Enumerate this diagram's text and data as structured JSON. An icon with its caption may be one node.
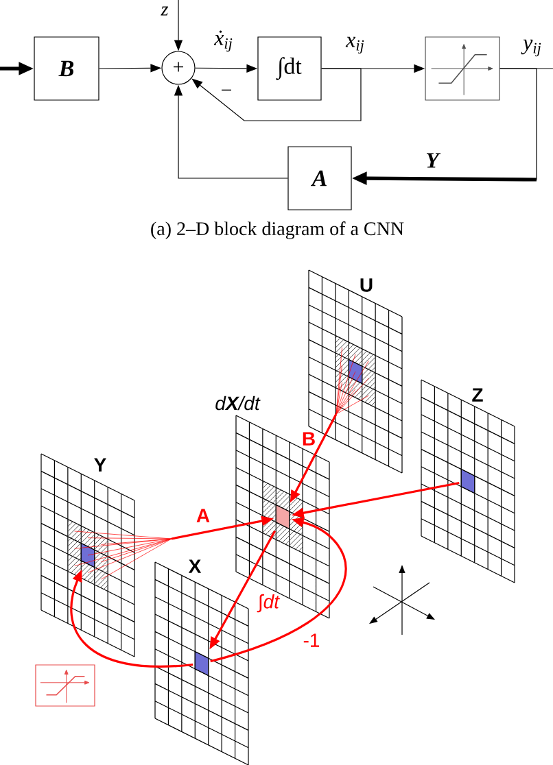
{
  "diagram": {
    "caption": "(a) 2–D block diagram of a CNN",
    "nodes": [
      {
        "text": [
          "B"
        ]
      },
      {
        "text": [
          "+"
        ]
      },
      {
        "text": [
          "∫dt"
        ]
      },
      {
        "text": [],
        "shape": "box"
      },
      {
        "text": [
          "A"
        ]
      },
      {
        "text": [
          "U"
        ]
      },
      {
        "text": [],
        "shape": "box",
        "in": 5
      },
      {
        "text": [],
        "shape": "box",
        "in": 6
      },
      {
        "text": [
          "Z"
        ]
      },
      {
        "text": [],
        "shape": "box",
        "in": 8
      },
      {
        "text": [
          "d**X**/dt"
        ]
      },
      {
        "text": [],
        "shape": "box",
        "in": 10
      },
      {
        "text": [],
        "shape": "box",
        "in": 11
      },
      {
        "text": [
          "Y"
        ]
      },
      {
        "text": [],
        "shape": "box",
        "in": 13
      },
      {
        "text": [],
        "shape": "box",
        "in": 14
      },
      {
        "text": [
          "X"
        ]
      },
      {
        "text": [],
        "shape": "box",
        "in": 16
      },
      {
        "text": [],
        "shape": "box"
      }
    ],
    "edges": [
      {
        "from": null,
        "to": 0,
        "arrow": "to",
        "style": "thick"
      },
      {
        "from": 0,
        "to": 1,
        "arrow": "to"
      },
      {
        "from": null,
        "to": 1,
        "arrow": "to"
      },
      {
        "from": 1,
        "to": 2,
        "arrow": "to",
        "label": "ẋ$_{ij}$"
      },
      {
        "from": 2,
        "to": 3,
        "arrow": "to",
        "label": "x$_{ij}$"
      },
      {
        "from": 3,
        "to": null,
        "arrow": "none",
        "label": "y$_{ij}$"
      },
      {
        "from": 3,
        "to": 4,
        "arrow": "to",
        "label": "Y",
        "style": "thick"
      },
      {
        "from": 2,
        "to": 1,
        "arrow": "to",
        "label": "−"
      },
      {
        "from": 4,
        "to": 1,
        "arrow": "to"
      },
      {
        "from": 14,
        "to": 12,
        "arrow": "to",
        "label": "A",
        "color": "#ff0000"
      },
      {
        "from": 6,
        "to": 12,
        "arrow": "to",
        "label": "B",
        "color": "#ff0000"
      },
      {
        "from": 9,
        "to": 12,
        "arrow": "to",
        "color": "#ff0000"
      },
      {
        "from": 12,
        "to": 17,
        "arrow": "to",
        "label": "∫*dt*",
        "color": "#ff0000"
      },
      {
        "from": 17,
        "to": 12,
        "arrow": "to",
        "label": "-1",
        "color": "#ff0000"
      },
      {
        "from": 17,
        "to": 15,
        "arrow": "to",
        "color": "#ff0000"
      }
    ],
    "labels": [
      "z"
    ]
  }
}
